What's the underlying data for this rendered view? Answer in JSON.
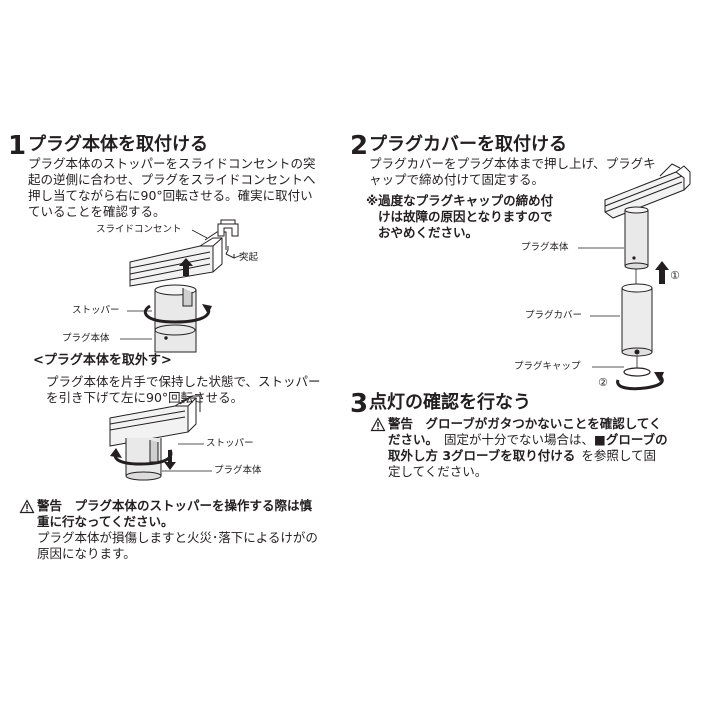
{
  "step1": {
    "number": "1",
    "title": "プラグ本体を取付ける",
    "body_lines": [
      "プラグ本体のストッパーをスライドコンセントの突",
      "起の逆側に合わせ、プラグをスライドコンセントへ",
      "押し当てながら右に90°回転させる。確実に取付い",
      "ていることを確認する。"
    ],
    "labels": {
      "slide_outlet": "スライドコンセント",
      "protrusion": "突起",
      "stopper": "ストッパー",
      "plug_body": "プラグ本体"
    }
  },
  "removal": {
    "heading": "<プラグ本体を取外す>",
    "body_lines": [
      "プラグ本体を片手で保持した状態で、ストッパー",
      "を引き下げて左に90°回転させる。"
    ],
    "labels": {
      "stopper": "ストッパー",
      "plug_body": "プラグ本体"
    }
  },
  "warning1": {
    "bold_lines": [
      "警告　プラグ本体のストッパーを操作する際は慎",
      "重に行なってください。"
    ],
    "normal_lines": [
      "プラグ本体が損傷しますと火災･落下によるけがの",
      "原因になります。"
    ]
  },
  "step2": {
    "number": "2",
    "title": "プラグカバーを取付ける",
    "body_lines": [
      "プラグカバーをプラグ本体まで押し上げ、プラグキ",
      "ャップで締め付けて固定する。"
    ],
    "note_lines": [
      "※過度なプラグキャップの締め付",
      "けは故障の原因となりますので",
      "おやめください。"
    ],
    "labels": {
      "plug_body": "プラグ本体",
      "plug_cover": "プラグカバー",
      "plug_cap": "プラグキャップ",
      "arrow1": "①",
      "arrow2": "②"
    }
  },
  "step3": {
    "number": "3",
    "title": "点灯の確認を行なう",
    "warning_lines": [
      {
        "bold": "警告　グローブがガタつかないことを確認してく",
        "normal": ""
      },
      {
        "bold": "ださい。",
        "normal": "固定が十分でない場合は、"
      },
      {
        "bold": "■グローブの",
        "normal": ""
      },
      {
        "bold": "取外し方 3グローブを取り付ける",
        "normal": "を参照して固"
      },
      {
        "bold": "",
        "normal": "定してください。"
      }
    ]
  },
  "colors": {
    "ink": "#231f20",
    "bg": "#ffffff"
  }
}
